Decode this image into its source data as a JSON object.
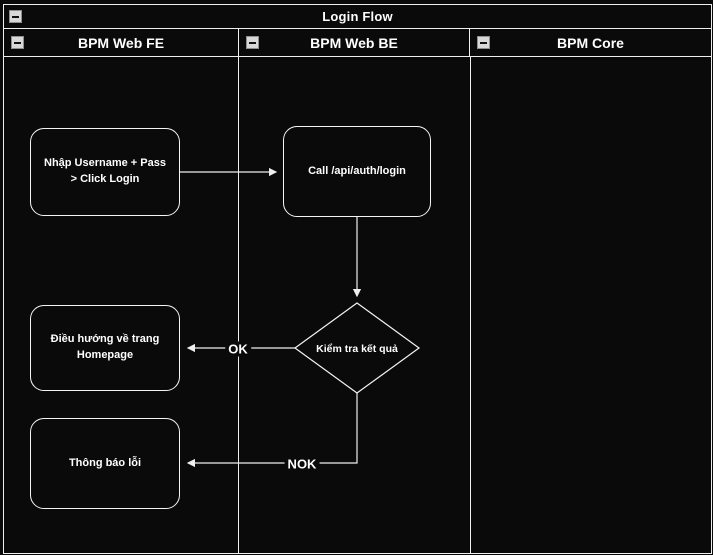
{
  "pool": {
    "title": "Login Flow",
    "lanes": [
      {
        "label": "BPM Web FE"
      },
      {
        "label": "BPM Web BE"
      },
      {
        "label": "BPM Core"
      }
    ]
  },
  "nodes": {
    "input": {
      "label": "Nhập Username + Pass > Click Login"
    },
    "call": {
      "label": "Call /api/auth/login"
    },
    "decision": {
      "label": "Kiểm tra kết quả"
    },
    "redirect": {
      "label": "Điều hướng về trang Homepage"
    },
    "error": {
      "label": "Thông báo lỗi"
    }
  },
  "edges": {
    "ok": "OK",
    "nok": "NOK"
  },
  "colors": {
    "background": "#0a0a0a",
    "stroke": "#efefef",
    "text": "#ffffff"
  }
}
